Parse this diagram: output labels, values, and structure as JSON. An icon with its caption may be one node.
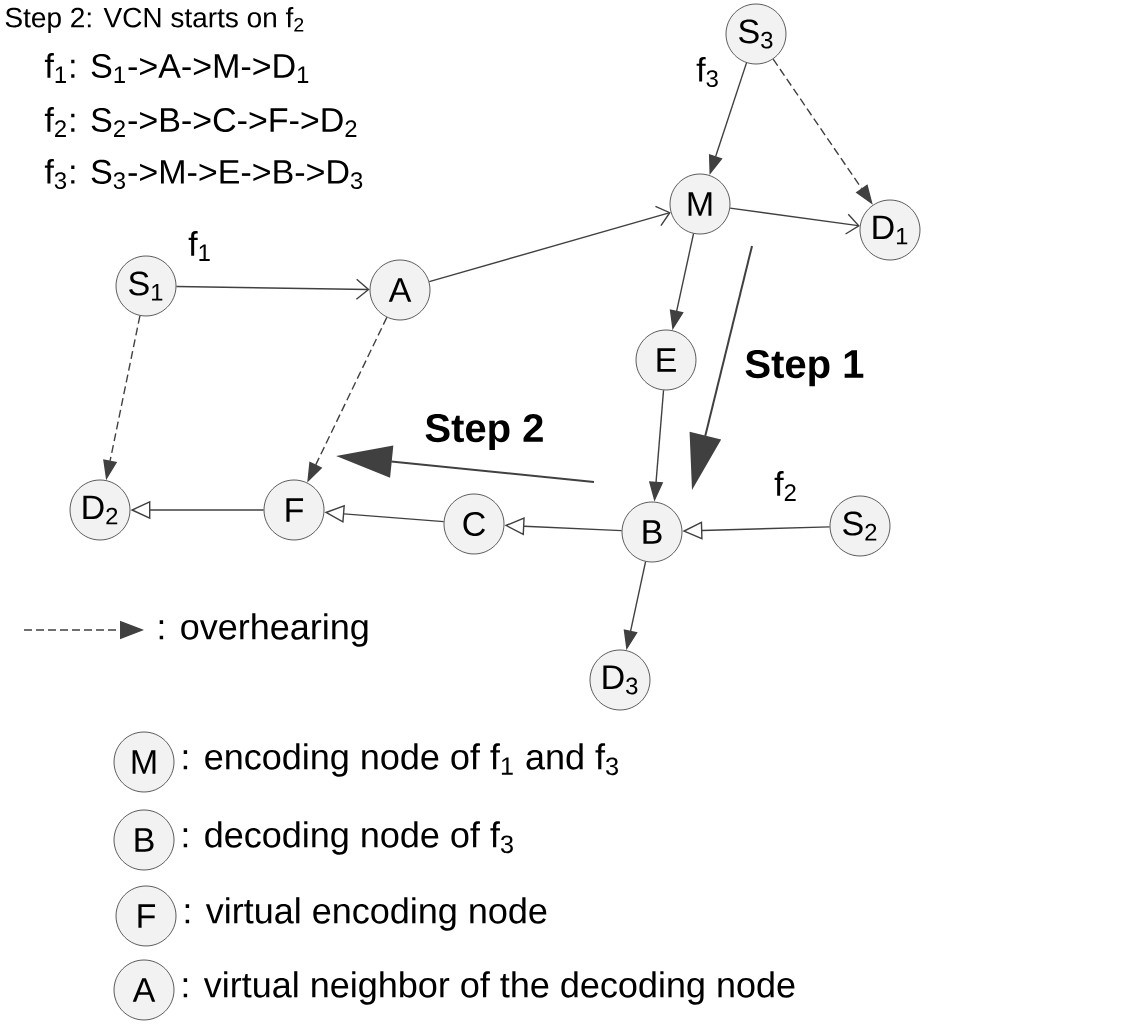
{
  "diagram": {
    "title": "Step 2: VCN starts on f$_{2}$",
    "nodes": [
      {
        "text": [
          "S$_{3}$"
        ]
      },
      {
        "text": [
          "M"
        ]
      },
      {
        "text": [
          "D$_{1}$"
        ]
      },
      {
        "text": [
          "S$_{1}$"
        ]
      },
      {
        "text": [
          "A"
        ]
      },
      {
        "text": [
          "E"
        ]
      },
      {
        "text": [
          "B"
        ]
      },
      {
        "text": [
          "C"
        ]
      },
      {
        "text": [
          "F"
        ]
      },
      {
        "text": [
          "D$_{2}$"
        ]
      },
      {
        "text": [
          "S$_{2}$"
        ]
      },
      {
        "text": [
          "D$_{3}$"
        ]
      },
      {
        "text": [
          "M"
        ],
        "beside": [
          ": encoding node of f$_{1}$ and f$_{3}$"
        ]
      },
      {
        "text": [
          "B"
        ],
        "beside": [
          ": decoding node of f$_{3}$"
        ]
      },
      {
        "text": [
          "F"
        ],
        "beside": [
          ": virtual encoding node"
        ]
      },
      {
        "text": [
          "A"
        ],
        "beside": [
          ": virtual neighbor of the decoding node"
        ]
      }
    ],
    "edges": [
      {
        "from": 3,
        "to": 4,
        "arrow": "to",
        "label": "f$_{1}$"
      },
      {
        "from": 4,
        "to": 1,
        "arrow": "to"
      },
      {
        "from": 1,
        "to": 2,
        "arrow": "to"
      },
      {
        "from": 0,
        "to": 1,
        "arrow": "to",
        "label": "f$_{3}$"
      },
      {
        "from": 0,
        "to": 2,
        "arrow": "to",
        "style": "dashed"
      },
      {
        "from": 1,
        "to": 5,
        "arrow": "to"
      },
      {
        "from": 5,
        "to": 6,
        "arrow": "to"
      },
      {
        "from": 6,
        "to": 11,
        "arrow": "to"
      },
      {
        "from": 10,
        "to": 6,
        "arrow": "to",
        "label": "f$_{2}$"
      },
      {
        "from": 6,
        "to": 7,
        "arrow": "to"
      },
      {
        "from": 7,
        "to": 8,
        "arrow": "to"
      },
      {
        "from": 8,
        "to": 9,
        "arrow": "to"
      },
      {
        "from": 3,
        "to": 9,
        "arrow": "to",
        "style": "dashed"
      },
      {
        "from": 4,
        "to": 8,
        "arrow": "to",
        "style": "dashed"
      }
    ],
    "labels": [
      "f$_{1}$: S$_{1}$->A->M->D$_{1}$",
      "f$_{2}$: S$_{2}$->B->C->F->D$_{2}$",
      "f$_{3}$: S$_{3}$->M->E->B->D$_{3}$",
      "Step 1",
      "Step 2"
    ],
    "legend": [
      {
        "text": ": overhearing"
      }
    ]
  }
}
